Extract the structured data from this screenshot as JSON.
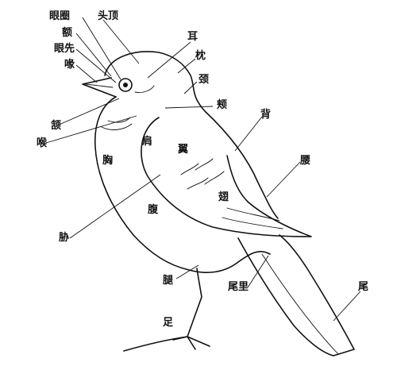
{
  "labels": {
    "yanquan": "眼圈",
    "touding": "头顶",
    "e": "额",
    "yanxian": "眼先",
    "hui": "喙",
    "er": "耳",
    "zhen": "枕",
    "jing": "颈",
    "jia": "颊",
    "bei": "背",
    "han": "颔",
    "hou": "喉",
    "jian": "肩",
    "yi": "翼",
    "xiong": "胸",
    "yao": "腰",
    "chi": "翅",
    "fu": "腹",
    "xie": "胁",
    "tui": "腿",
    "weili": "尾里",
    "wei": "尾",
    "zu": "足"
  },
  "colors": {
    "ink": "#111111",
    "background": "#ffffff"
  }
}
